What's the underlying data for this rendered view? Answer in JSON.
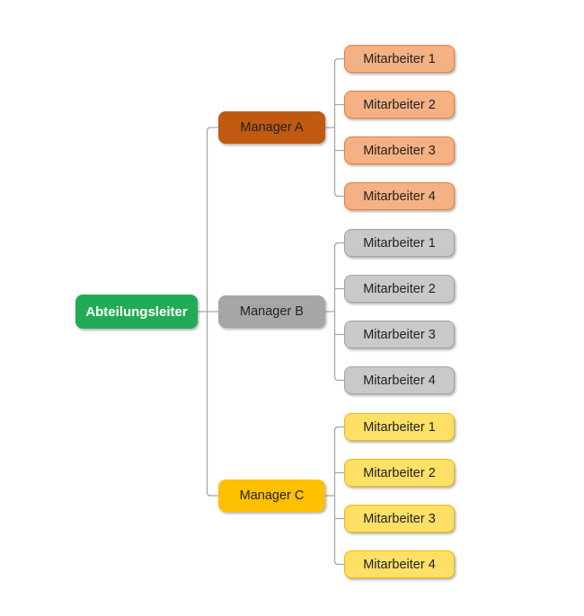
{
  "diagram": {
    "type": "org-chart",
    "connector_color": "#A6A6A6",
    "root": {
      "label": "Abteilungsleiter",
      "fill": "#21AB56",
      "text_color": "#FFFFFF"
    },
    "groups": [
      {
        "manager": {
          "label": "Manager A",
          "fill": "#C05A11",
          "text_color": "#222222"
        },
        "child_fill": "#F4B183",
        "child_border": "#ED7D31",
        "children": [
          {
            "label": "Mitarbeiter 1"
          },
          {
            "label": "Mitarbeiter 2"
          },
          {
            "label": "Mitarbeiter 3"
          },
          {
            "label": "Mitarbeiter 4"
          }
        ]
      },
      {
        "manager": {
          "label": "Manager B",
          "fill": "#A6A6A6",
          "text_color": "#222222"
        },
        "child_fill": "#C9C9C9",
        "child_border": "#A3A3A3",
        "children": [
          {
            "label": "Mitarbeiter 1"
          },
          {
            "label": "Mitarbeiter 2"
          },
          {
            "label": "Mitarbeiter 3"
          },
          {
            "label": "Mitarbeiter 4"
          }
        ]
      },
      {
        "manager": {
          "label": "Manager C",
          "fill": "#FFC000",
          "text_color": "#222222"
        },
        "child_fill": "#FFE066",
        "child_border": "#F2B800",
        "children": [
          {
            "label": "Mitarbeiter 1"
          },
          {
            "label": "Mitarbeiter 2"
          },
          {
            "label": "Mitarbeiter 3"
          },
          {
            "label": "Mitarbeiter 4"
          }
        ]
      }
    ]
  }
}
